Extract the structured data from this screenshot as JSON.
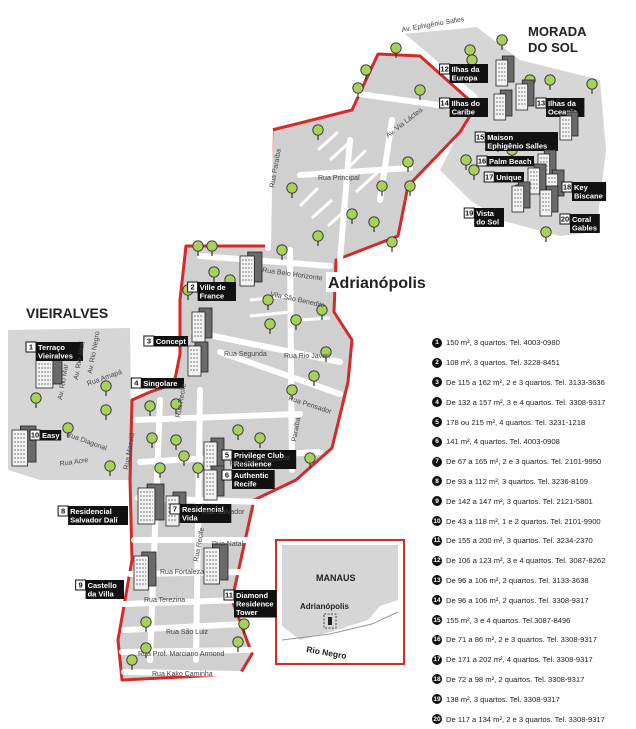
{
  "areas": {
    "adrianopolis": "Adrianópolis",
    "vieiralves": "VIEIRALVES",
    "morada_line1": "MORADA",
    "morada_line2": "DO SOL"
  },
  "streets": {
    "ephigenio": "Av. Ephigênio Salles",
    "via_lactea": "Av. Via Láctea",
    "paraiba_top": "Rua Paraíba",
    "principal": "Rua Principal",
    "belo_horizonte": "Rua Belo Horizonte",
    "sao_benedito": "Vila São Benedito",
    "segunda": "Rua Segunda",
    "rio_javari": "Rua Rio Javari",
    "pensador": "Rua Pensador",
    "amapa": "Rua Amapá",
    "rio_negro": "Av. Rio Negro",
    "rio_jutai": "Av. Rio Jutaí",
    "rio_mar": "Av. Rio Mar",
    "diagonal": "Rua Diagonal",
    "acre": "Rua Acre",
    "maceio": "Rua Maceió",
    "recife": "Rua Recife",
    "paraiba_low": "Paraíba",
    "belo_horizonte_low": "Rua Belo Horizonte",
    "salvador": "Rua Salvador",
    "natal": "Rua Natal",
    "fortaleza": "Rua Fortaleza",
    "terezina": "Rua Terezina",
    "sao_luiz": "Rua São Luiz",
    "marciano": "Rua Prof. Marciano Armond",
    "kako": "Rua Kako Caminha"
  },
  "inset": {
    "manaus": "MANAUS",
    "adrianopolis": "Adrianópolis",
    "rio_negro": "Rio Negro"
  },
  "buildings": [
    {
      "num": "1",
      "name_lines": [
        "Terraço",
        "Vieiralves"
      ]
    },
    {
      "num": "2",
      "name_lines": [
        "Ville de",
        "France"
      ]
    },
    {
      "num": "3",
      "name_lines": [
        "Concept"
      ]
    },
    {
      "num": "4",
      "name_lines": [
        "Singolare"
      ]
    },
    {
      "num": "5",
      "name_lines": [
        "Privilege Club",
        "Residence"
      ]
    },
    {
      "num": "6",
      "name_lines": [
        "Authentic",
        "Recife"
      ]
    },
    {
      "num": "7",
      "name_lines": [
        "Residencial",
        "Vida"
      ]
    },
    {
      "num": "8",
      "name_lines": [
        "Residencial",
        "Salvador Dalí"
      ]
    },
    {
      "num": "9",
      "name_lines": [
        "Castello",
        "da Villa"
      ]
    },
    {
      "num": "10",
      "name_lines": [
        "Easy"
      ]
    },
    {
      "num": "11",
      "name_lines": [
        "Diamond",
        "Residence",
        "Tower"
      ]
    },
    {
      "num": "12",
      "name_lines": [
        "Ilhas da",
        "Europa"
      ]
    },
    {
      "num": "13",
      "name_lines": [
        "Ilhas da",
        "Oceania"
      ]
    },
    {
      "num": "14",
      "name_lines": [
        "Ilhas do",
        "Caribe"
      ]
    },
    {
      "num": "15",
      "name_lines": [
        "Maison",
        "Ephigênio Salles"
      ]
    },
    {
      "num": "16",
      "name_lines": [
        "Palm Beach"
      ]
    },
    {
      "num": "17",
      "name_lines": [
        "Unique"
      ]
    },
    {
      "num": "18",
      "name_lines": [
        "Key",
        "Biscane"
      ]
    },
    {
      "num": "19",
      "name_lines": [
        "Vista",
        "do Sol"
      ]
    },
    {
      "num": "20",
      "name_lines": [
        "Coral",
        "Gables"
      ]
    }
  ],
  "legend": [
    {
      "num": "1",
      "text": "150 m², 3 quartos. Tel. 4003-0980"
    },
    {
      "num": "2",
      "text": "108 m², 3 quartos. Tel. 3228-8451"
    },
    {
      "num": "3",
      "text": "De 115 a 162 m², 2 e 3 quartos. Tel. 3133-3636"
    },
    {
      "num": "4",
      "text": "De 132 a 157 m², 3 e 4 quartos. Tel. 3308-9317"
    },
    {
      "num": "5",
      "text": "178 ou 215 m², 4 quartos. Tel. 3231-1218"
    },
    {
      "num": "6",
      "text": "141 m², 4 quartos. Tel. 4003-0908"
    },
    {
      "num": "7",
      "text": "De 67 a 165 m², 2 e 3 quartos. Tel. 2101-9950"
    },
    {
      "num": "8",
      "text": "De 93 a 112 m², 3 quartos. Tel. 3236-8109"
    },
    {
      "num": "9",
      "text": "De 142 a 147 m², 3 quartos. Tel. 2121-5801"
    },
    {
      "num": "10",
      "text": "De 43 a 118 m², 1 e 2 quartos. Tel. 2101-9900"
    },
    {
      "num": "11",
      "text": "De 155 a 200 m², 3 quartos. Tel. 3234-2370"
    },
    {
      "num": "12",
      "text": "De 106 a 123 m², 3 e 4 quartos. Tel. 3087-8262"
    },
    {
      "num": "13",
      "text": "De 96 a 106 m², 2 quartos. Tel. 3133-3638"
    },
    {
      "num": "14",
      "text": "De 96 a 106 m², 2 quartos. Tel. 3308-9317"
    },
    {
      "num": "15",
      "text": "155 m², 3 e 4 quartos. Tel.3087-8496"
    },
    {
      "num": "16",
      "text": "De 71 a 86 m², 2 e 3 quartos. Tel. 3308-9317"
    },
    {
      "num": "17",
      "text": "De 171 a 202 m², 4 quartos. Tel. 3308-9317"
    },
    {
      "num": "18",
      "text": "De 72 a 98 m², 2 quartos. Tel. 3308-9317"
    },
    {
      "num": "19",
      "text": "138 m², 3 quartos. Tel. 3308-9317"
    },
    {
      "num": "20",
      "text": "De 117 a 134 m², 2 e 3 quartos. Tel. 3308-9317"
    }
  ],
  "colors": {
    "boundary": "#d42a2a",
    "block": "#d0d0d0",
    "tree": "#a8d05a",
    "label": "#111111"
  }
}
